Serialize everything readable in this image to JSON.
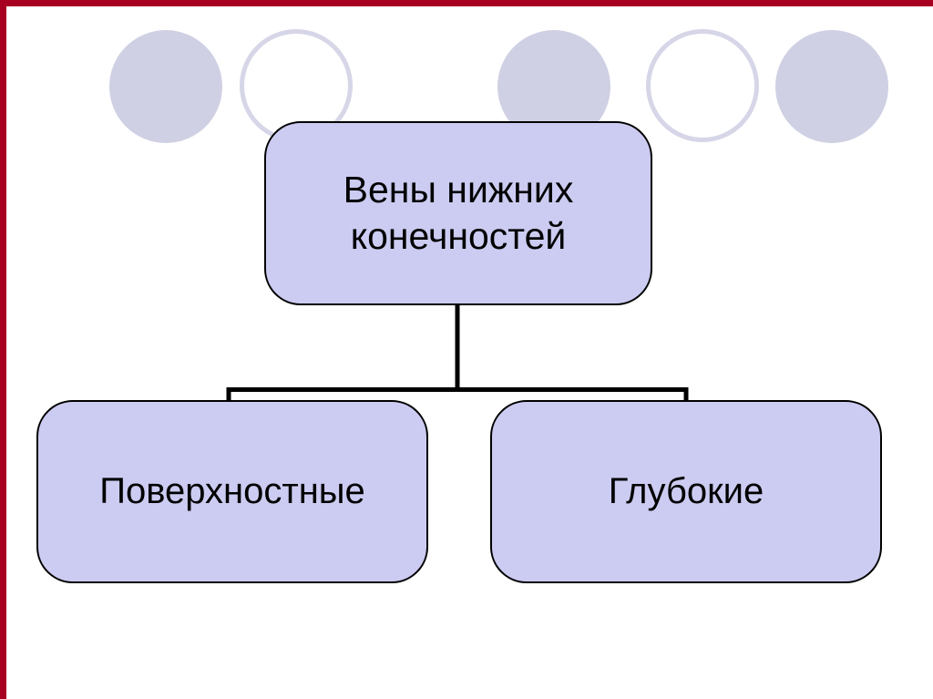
{
  "theme": {
    "background": "#ffffff",
    "accent_border_color": "#a80021",
    "box_fill": "#ccccf2",
    "box_border_color": "#000000",
    "connector_color": "#000000",
    "circle_fill": "#d0d0e4",
    "circle_ring": "#d6d6e8",
    "text_color": "#000000"
  },
  "diagram": {
    "type": "hierarchy",
    "root": {
      "label": "Вены нижних конечностей"
    },
    "children": [
      {
        "label": "Поверхностные"
      },
      {
        "label": "Глубокие"
      }
    ]
  },
  "decor": {
    "circles": [
      {
        "style": "filled"
      },
      {
        "style": "outlined"
      },
      {
        "style": "filled"
      },
      {
        "style": "outlined"
      },
      {
        "style": "filled"
      }
    ]
  }
}
